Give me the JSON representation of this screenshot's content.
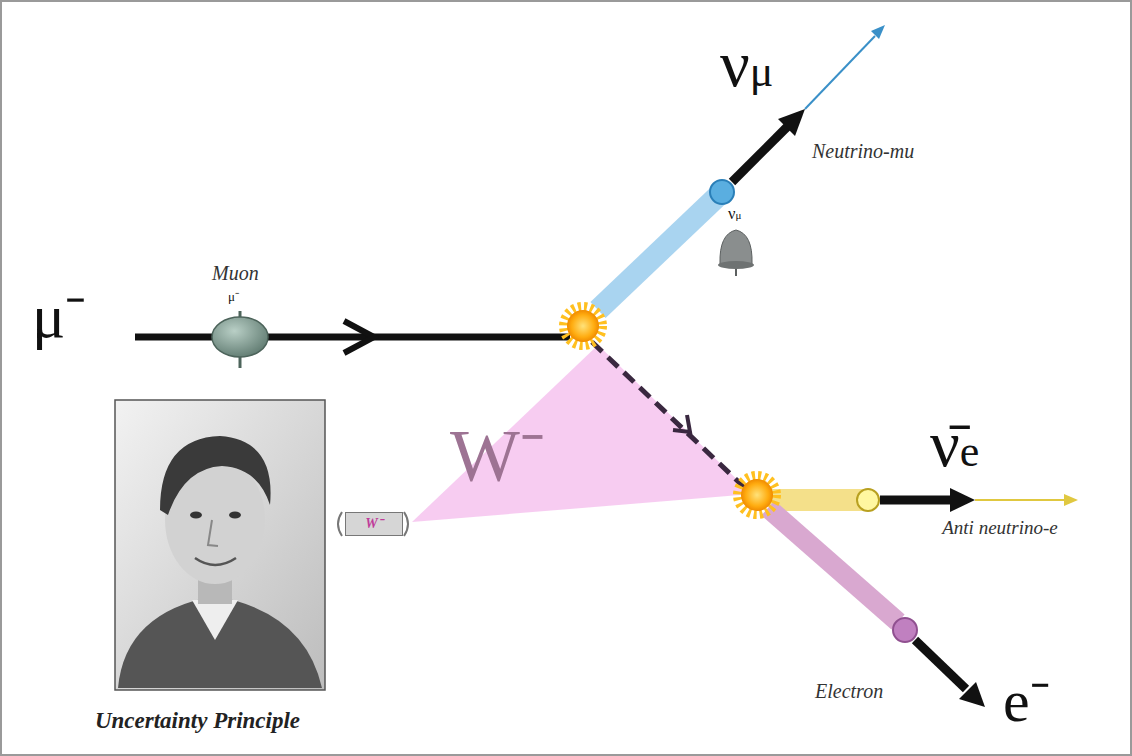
{
  "diagram": {
    "nodes": [
      {
        "text": [
          "Uncertainty Principle"
        ]
      },
      {
        "text": [
          "W⁻"
        ]
      }
    ],
    "labels": [
      "νμ",
      "Neutrino-mu",
      "νμ",
      "Muon",
      "μ⁻",
      "μ⁻",
      "W⁻",
      "ν̄e",
      "Anti neutrino-e",
      "Electron",
      "e⁻"
    ]
  }
}
